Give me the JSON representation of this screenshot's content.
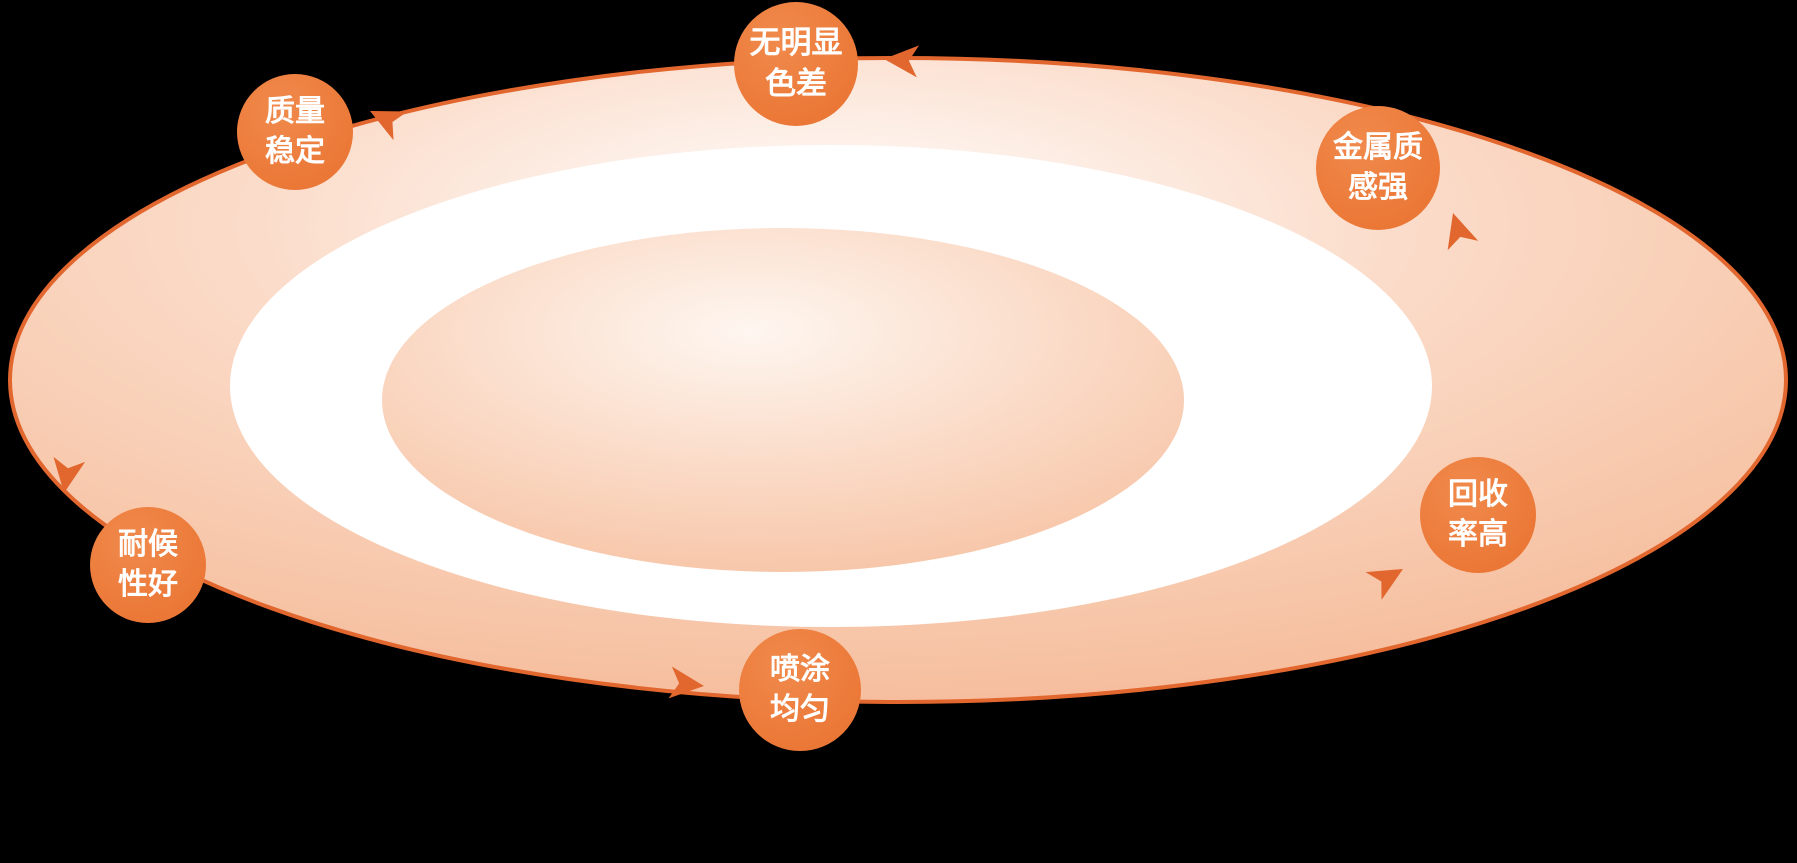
{
  "colors": {
    "accent": "#E2672F",
    "badge": "#EB7736",
    "badge_light": "#F08A4C",
    "badge_text": "#FFFFFF",
    "peach_deep": "#F5BC9B",
    "peach_mid": "#FAD8C4",
    "white": "#FFFFFF"
  },
  "badges": [
    {
      "id": "no-color-difference",
      "line1": "无明显",
      "line2": "色差"
    },
    {
      "id": "stable-quality",
      "line1": "质量",
      "line2": "稳定"
    },
    {
      "id": "metallic-texture",
      "line1": "金属质",
      "line2": "感强"
    },
    {
      "id": "weather-resistance",
      "line1": "耐候",
      "line2": "性好"
    },
    {
      "id": "high-recovery-rate",
      "line1": "回收",
      "line2": "率高"
    },
    {
      "id": "even-spraying",
      "line1": "喷涂",
      "line2": "均匀"
    }
  ]
}
